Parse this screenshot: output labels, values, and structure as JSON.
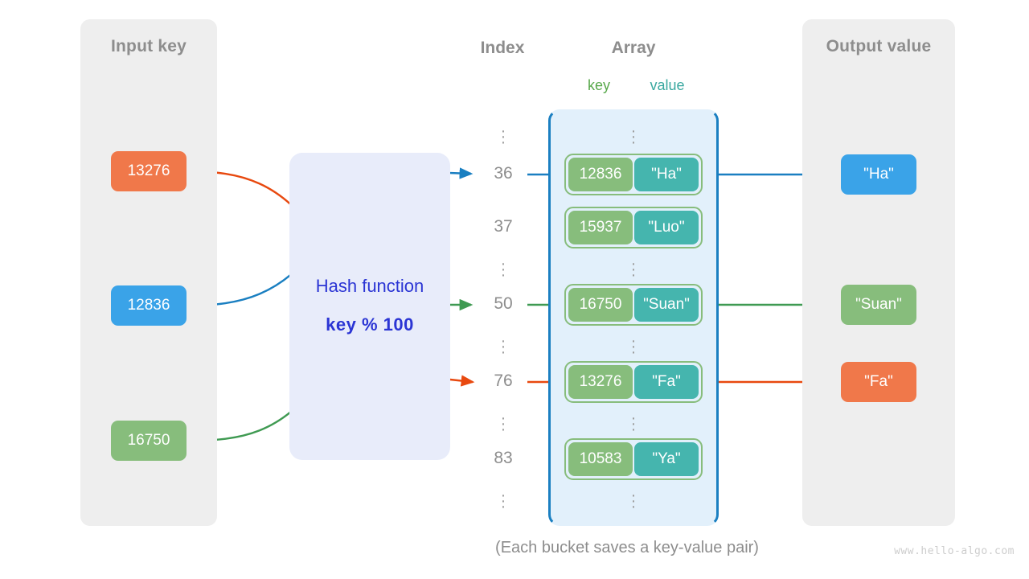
{
  "panels": {
    "input": {
      "title": "Input key"
    },
    "output": {
      "title": "Output value"
    }
  },
  "input_keys": [
    {
      "label": "13276",
      "color": "#f0784a"
    },
    {
      "label": "12836",
      "color": "#3aa3e8"
    },
    {
      "label": "16750",
      "color": "#87bd7c"
    }
  ],
  "hash": {
    "label": "Hash function",
    "formula": "key % 100",
    "box_color": "#e8ecfa",
    "text_color": "#2b35d4"
  },
  "headers": {
    "index": "Index",
    "array": "Array",
    "key": "key",
    "value": "value"
  },
  "array": {
    "key_color": "#87bd7c",
    "value_color": "#45b5ae",
    "container_color": "#e2f0fb",
    "border_color": "#1a7fc1",
    "rows": [
      {
        "kind": "dots"
      },
      {
        "kind": "bucket",
        "index": "36",
        "key": "12836",
        "value": "\"Ha\""
      },
      {
        "kind": "bucket",
        "index": "37",
        "key": "15937",
        "value": "\"Luo\""
      },
      {
        "kind": "dots"
      },
      {
        "kind": "bucket",
        "index": "50",
        "key": "16750",
        "value": "\"Suan\""
      },
      {
        "kind": "dots"
      },
      {
        "kind": "bucket",
        "index": "76",
        "key": "13276",
        "value": "\"Fa\""
      },
      {
        "kind": "dots"
      },
      {
        "kind": "bucket",
        "index": "83",
        "key": "10583",
        "value": "\"Ya\""
      },
      {
        "kind": "dots"
      }
    ]
  },
  "output_values": [
    {
      "label": "\"Ha\"",
      "color": "#3aa3e8"
    },
    {
      "label": "\"Suan\"",
      "color": "#87bd7c"
    },
    {
      "label": "\"Fa\"",
      "color": "#f0784a"
    }
  ],
  "caption": "(Each bucket saves a key-value pair)",
  "watermark": "www.hello-algo.com"
}
